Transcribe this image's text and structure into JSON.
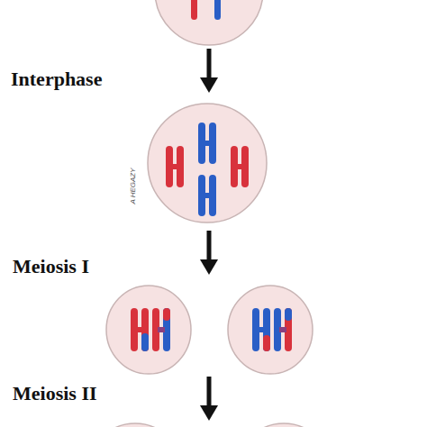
{
  "diagram": {
    "labels": [
      "Interphase",
      "Meiosis I",
      "Meiosis II",
      "A HEGAZY"
    ]
  }
}
